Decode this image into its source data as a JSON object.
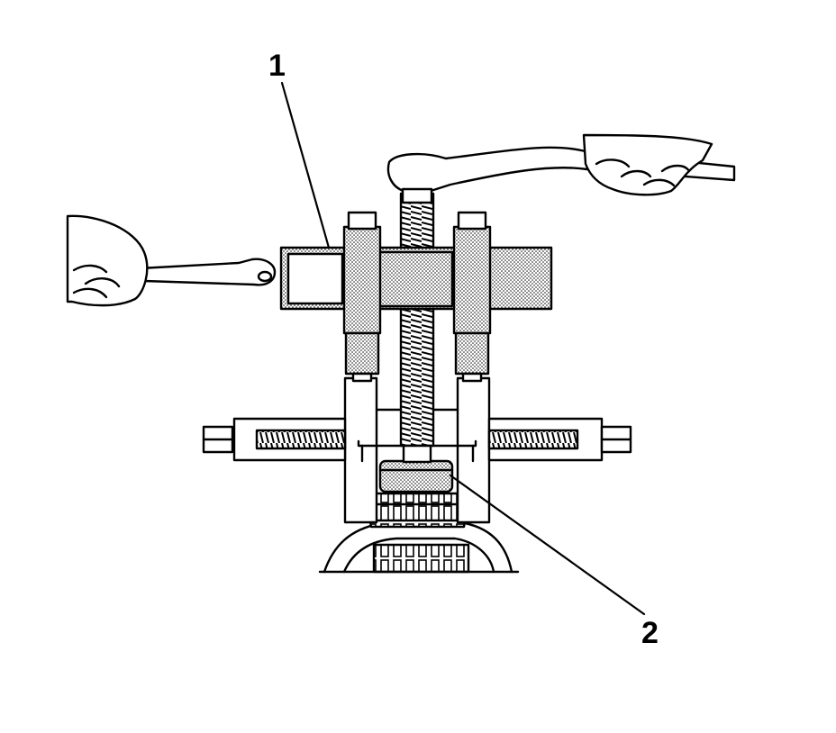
{
  "diagram": {
    "callouts": [
      {
        "id": "1",
        "label": "1"
      },
      {
        "id": "2",
        "label": "2"
      }
    ]
  },
  "colors": {
    "ink": "#000000",
    "paper": "#ffffff",
    "stipple": "#bdbdbd"
  }
}
